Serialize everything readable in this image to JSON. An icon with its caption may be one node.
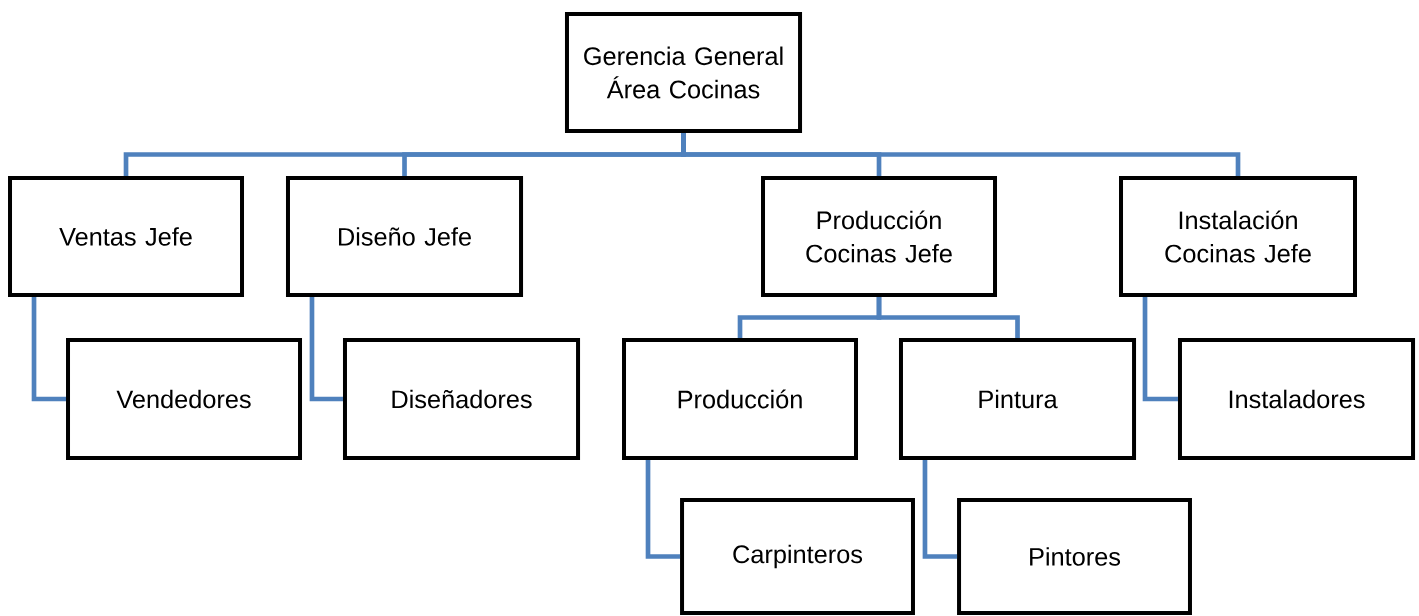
{
  "diagram": {
    "nodes": [
      {
        "text": [
          "Gerencia General Área Cocinas"
        ]
      },
      {
        "text": [
          "Ventas Jefe"
        ]
      },
      {
        "text": [
          "Diseño Jefe"
        ]
      },
      {
        "text": [
          "Producción Cocinas Jefe"
        ]
      },
      {
        "text": [
          "Instalación Cocinas Jefe"
        ]
      },
      {
        "text": [
          "Vendedores"
        ]
      },
      {
        "text": [
          "Diseñadores"
        ]
      },
      {
        "text": [
          "Producción"
        ]
      },
      {
        "text": [
          "Pintura"
        ]
      },
      {
        "text": [
          "Instaladores"
        ]
      },
      {
        "text": [
          "Carpinteros"
        ]
      },
      {
        "text": [
          "Pintores"
        ]
      }
    ],
    "edges": [
      {
        "from": 0,
        "to": 1,
        "arrow": "none"
      },
      {
        "from": 0,
        "to": 2,
        "arrow": "none"
      },
      {
        "from": 0,
        "to": 3,
        "arrow": "none"
      },
      {
        "from": 0,
        "to": 4,
        "arrow": "none"
      },
      {
        "from": 1,
        "to": 5,
        "arrow": "none"
      },
      {
        "from": 2,
        "to": 6,
        "arrow": "none"
      },
      {
        "from": 3,
        "to": 7,
        "arrow": "none"
      },
      {
        "from": 3,
        "to": 8,
        "arrow": "none"
      },
      {
        "from": 4,
        "to": 9,
        "arrow": "none"
      },
      {
        "from": 7,
        "to": 10,
        "arrow": "none"
      },
      {
        "from": 8,
        "to": 11,
        "arrow": "none"
      }
    ]
  }
}
